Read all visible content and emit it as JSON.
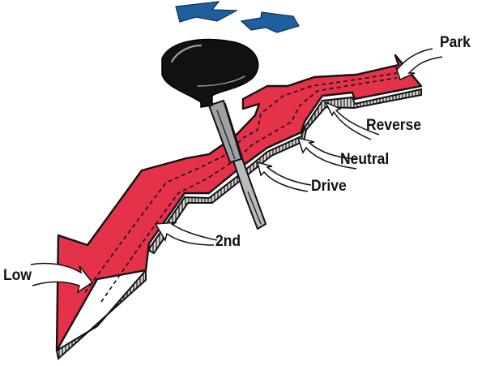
{
  "diagram": {
    "title": "Automatic transmission gear shift selector pattern",
    "colors": {
      "gate": "#e3324a",
      "gate_edge": "#c8c8c8",
      "knob": "#111111",
      "lever": "#b8bcc0",
      "direction_arrows": "#1f5f9e",
      "outline": "#111111",
      "label_text": "#111111"
    },
    "direction_indicator": {
      "left_arrow": "shift-left",
      "right_arrow": "shift-right"
    },
    "gear_labels": [
      {
        "id": "park",
        "label": "Park"
      },
      {
        "id": "reverse",
        "label": "Reverse"
      },
      {
        "id": "neutral",
        "label": "Neutral"
      },
      {
        "id": "drive",
        "label": "Drive"
      },
      {
        "id": "second",
        "label": "2nd"
      },
      {
        "id": "low",
        "label": "Low"
      }
    ]
  }
}
